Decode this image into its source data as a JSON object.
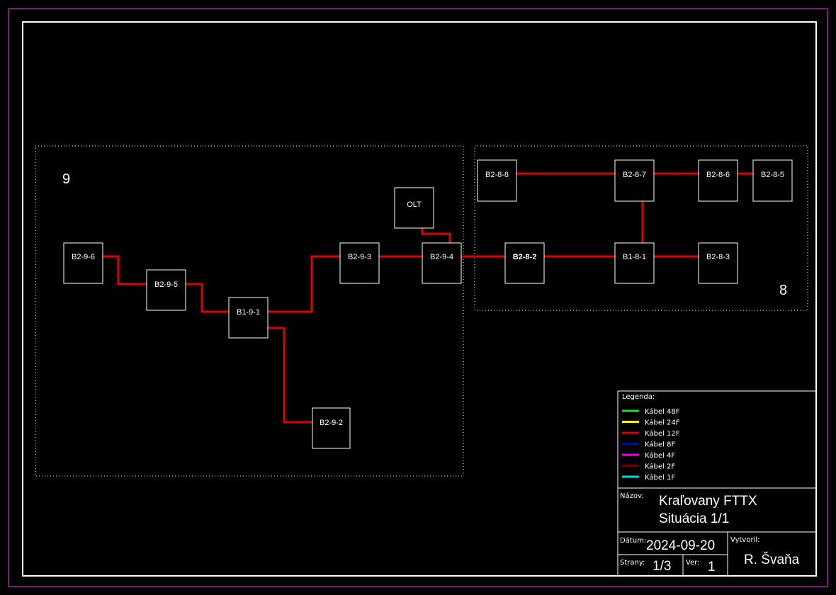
{
  "zones": [
    {
      "id": "zone-9",
      "label": "9"
    },
    {
      "id": "zone-8",
      "label": "8"
    }
  ],
  "nodes": [
    {
      "id": "b2-9-6",
      "label": "B2-9-6"
    },
    {
      "id": "b2-9-5",
      "label": "B2-9-5"
    },
    {
      "id": "b1-9-1",
      "label": "B1-9-1"
    },
    {
      "id": "b2-9-2",
      "label": "B2-9-2"
    },
    {
      "id": "b2-9-3",
      "label": "B2-9-3"
    },
    {
      "id": "b2-9-4",
      "label": "B2-9-4"
    },
    {
      "id": "olt",
      "label": "OLT"
    },
    {
      "id": "b2-8-2",
      "label": "B2-8-2"
    },
    {
      "id": "b1-8-1",
      "label": "B1-8-1"
    },
    {
      "id": "b2-8-3",
      "label": "B2-8-3"
    },
    {
      "id": "b2-8-7",
      "label": "B2-8-7"
    },
    {
      "id": "b2-8-8",
      "label": "B2-8-8"
    },
    {
      "id": "b2-8-6",
      "label": "B2-8-6"
    },
    {
      "id": "b2-8-5",
      "label": "B2-8-5"
    }
  ],
  "links": [
    {
      "from": "B2-9-6",
      "to": "B2-9-5",
      "cable": "Kábel 12F"
    },
    {
      "from": "B2-9-5",
      "to": "B1-9-1",
      "cable": "Kábel 12F"
    },
    {
      "from": "B1-9-1",
      "to": "B2-9-3",
      "cable": "Kábel 12F"
    },
    {
      "from": "B1-9-1",
      "to": "B2-9-2",
      "cable": "Kábel 12F"
    },
    {
      "from": "B2-9-3",
      "to": "B2-9-4",
      "cable": "Kábel 12F"
    },
    {
      "from": "OLT",
      "to": "B2-9-4",
      "cable": "Kábel 12F"
    },
    {
      "from": "B2-9-4",
      "to": "B2-8-2",
      "cable": "Kábel 12F"
    },
    {
      "from": "B2-8-2",
      "to": "B1-8-1",
      "cable": "Kábel 12F"
    },
    {
      "from": "B1-8-1",
      "to": "B2-8-3",
      "cable": "Kábel 12F"
    },
    {
      "from": "B1-8-1",
      "to": "B2-8-7",
      "cable": "Kábel 12F"
    },
    {
      "from": "B2-8-8",
      "to": "B2-8-7",
      "cable": "Kábel 12F"
    },
    {
      "from": "B2-8-7",
      "to": "B2-8-6",
      "cable": "Kábel 12F"
    },
    {
      "from": "B2-8-6",
      "to": "B2-8-5",
      "cable": "Kábel 12F"
    }
  ],
  "legend": {
    "title": "Legenda:",
    "items": [
      {
        "label": "Kábel 48F",
        "color": "#22dd22"
      },
      {
        "label": "Kábel 24F",
        "color": "#ffff00"
      },
      {
        "label": "Kábel 12F",
        "color": "#dd0000"
      },
      {
        "label": "Kábel 8F",
        "color": "#0000ee"
      },
      {
        "label": "Kábel 4F",
        "color": "#ee00ee"
      },
      {
        "label": "Kábel 2F",
        "color": "#660000"
      },
      {
        "label": "Kábel 1F",
        "color": "#00dddd"
      }
    ]
  },
  "title_block": {
    "name_label": "Názov:",
    "name_line1": "Kraľovany FTTX",
    "name_line2": "Situácia 1/1",
    "date_label": "Dátum:",
    "date_value": "2024-09-20",
    "created_label": "Vytvoril:",
    "created_value": "R. Švaňa",
    "pages_label": "Strany:",
    "pages_value": "1/3",
    "version_label": "Ver:",
    "version_value": "1"
  },
  "colors": {
    "background": "#000000",
    "outer_border": "#aa22aa",
    "frame": "#ffffff",
    "cable": "#dd0000"
  }
}
